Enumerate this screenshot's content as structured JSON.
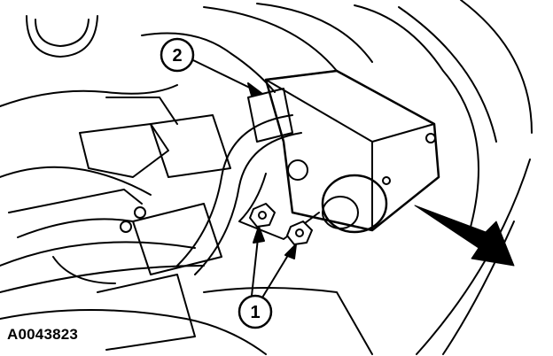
{
  "figure": {
    "id": "A0043823",
    "callouts": [
      {
        "number": "1"
      },
      {
        "number": "2"
      }
    ],
    "colors": {
      "line": "#000000",
      "background": "#ffffff"
    }
  }
}
